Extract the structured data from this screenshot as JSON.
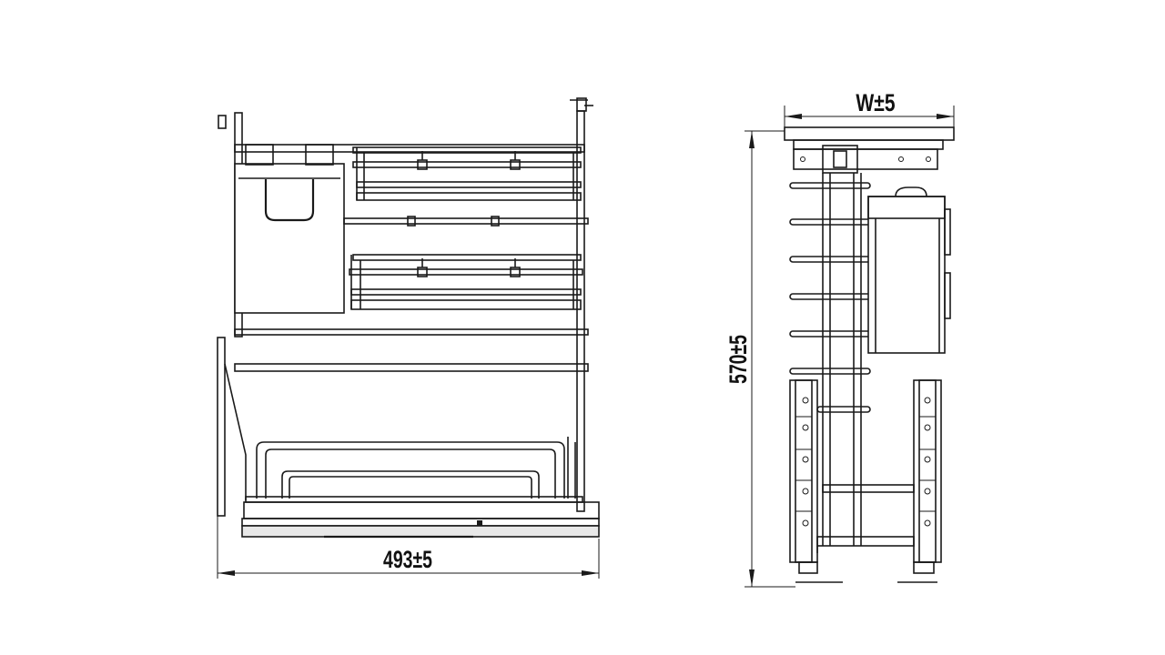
{
  "dimensions": {
    "front_width": "493±5",
    "side_height": "570±5",
    "side_width": "W±5"
  },
  "colors": {
    "line": "#1a1a1a",
    "background": "#ffffff"
  }
}
